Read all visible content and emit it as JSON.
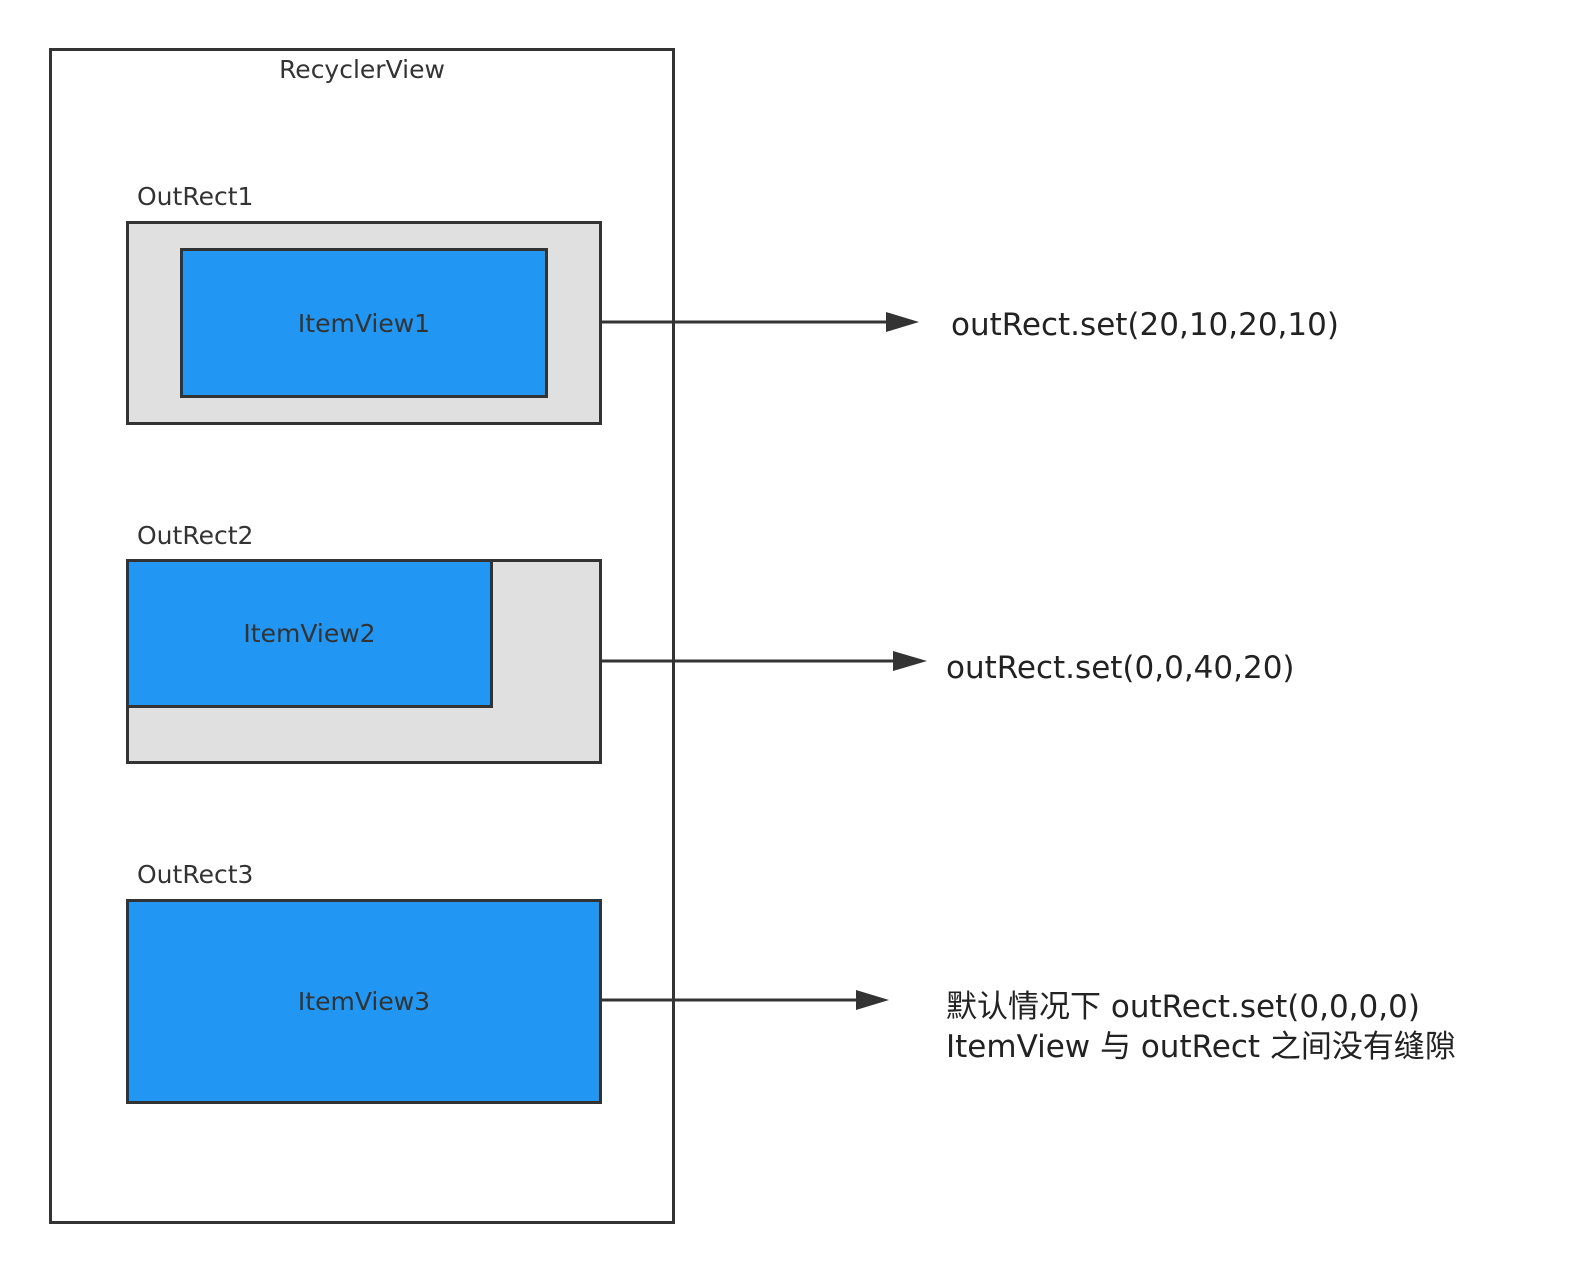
{
  "recycler": {
    "label": "RecyclerView"
  },
  "items": [
    {
      "outrect_label": "OutRect1",
      "itemview_label": "ItemView1",
      "note_lines": [
        "outRect.set(20,10,20,10)"
      ]
    },
    {
      "outrect_label": "OutRect2",
      "itemview_label": "ItemView2",
      "note_lines": [
        "outRect.set(0,0,40,20)"
      ]
    },
    {
      "outrect_label": "OutRect3",
      "itemview_label": "ItemView3",
      "note_lines": [
        "默认情况下 outRect.set(0,0,0,0)",
        "ItemView 与 outRect 之间没有缝隙"
      ]
    }
  ],
  "colors": {
    "border": "#333333",
    "outrect_fill": "#e0e0e0",
    "itemview_fill": "#2196f3"
  }
}
